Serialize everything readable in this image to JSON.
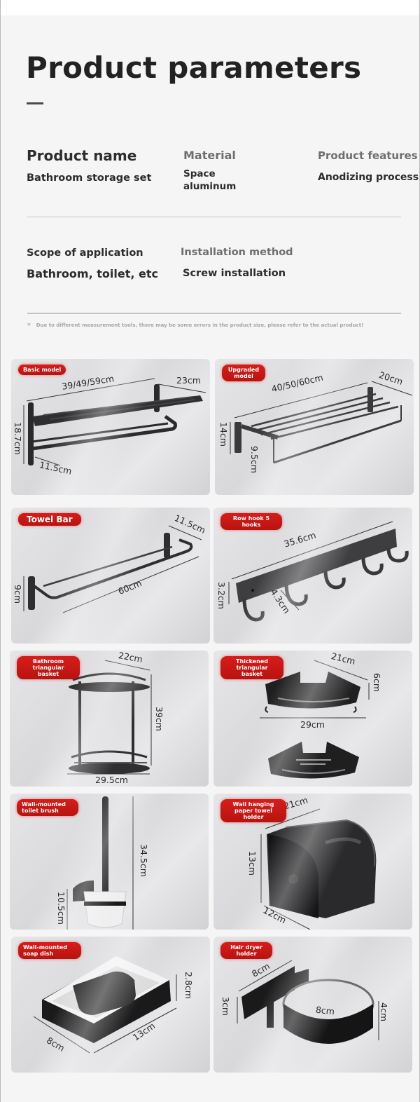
{
  "header": {
    "title": "Product parameters"
  },
  "parameters": {
    "product_name": {
      "label": "Product name",
      "value": "Bathroom storage set"
    },
    "material": {
      "label": "Material",
      "value": "Space aluminum"
    },
    "product_features": {
      "label": "Product features",
      "value": "Anodizing process"
    },
    "scope": {
      "label": "Scope of application",
      "value": "Bathroom, toilet, etc"
    },
    "installation": {
      "label": "Installation method",
      "value": "Screw installation"
    }
  },
  "disclaimer": {
    "star": "*",
    "text": "Due to different measurement tools, there may be some errors in the product size, please refer to the actual product!"
  },
  "colors": {
    "badge_red": "#c8171a",
    "title_text": "#222222",
    "label_gray": "#6e6e6e",
    "background": "#f5f5f5"
  },
  "products": [
    {
      "badge": "Basic model",
      "dims": [
        "39/49/59cm",
        "23cm",
        "18.7cm",
        "11.5cm"
      ]
    },
    {
      "badge": "Upgraded model",
      "dims": [
        "40/50/60cm",
        "20cm",
        "14cm",
        "9.5cm"
      ]
    },
    {
      "badge": "Towel Bar",
      "dims": [
        "11.5cm",
        "60cm",
        "9cm"
      ]
    },
    {
      "badge": "Row hook 5 hooks",
      "dims": [
        "35.6cm",
        "3.2cm",
        "4.3cm"
      ]
    },
    {
      "badge": "Bathroom triangular basket",
      "dims": [
        "22cm",
        "39cm",
        "29.5cm"
      ]
    },
    {
      "badge": "Thickened triangular basket",
      "dims": [
        "21cm",
        "6cm",
        "29cm"
      ]
    },
    {
      "badge": "Wall-mounted toilet brush",
      "dims": [
        "34.5cm",
        "10.5cm"
      ]
    },
    {
      "badge": "Wall hanging paper towel holder",
      "dims": [
        "21cm",
        "13cm",
        "12cm"
      ]
    },
    {
      "badge": "Wall-mounted soap dish",
      "dims": [
        "2.8cm",
        "13cm",
        "8cm"
      ]
    },
    {
      "badge": "Hair dryer holder",
      "dims": [
        "8cm",
        "3cm",
        "8cm",
        "4cm"
      ]
    }
  ]
}
